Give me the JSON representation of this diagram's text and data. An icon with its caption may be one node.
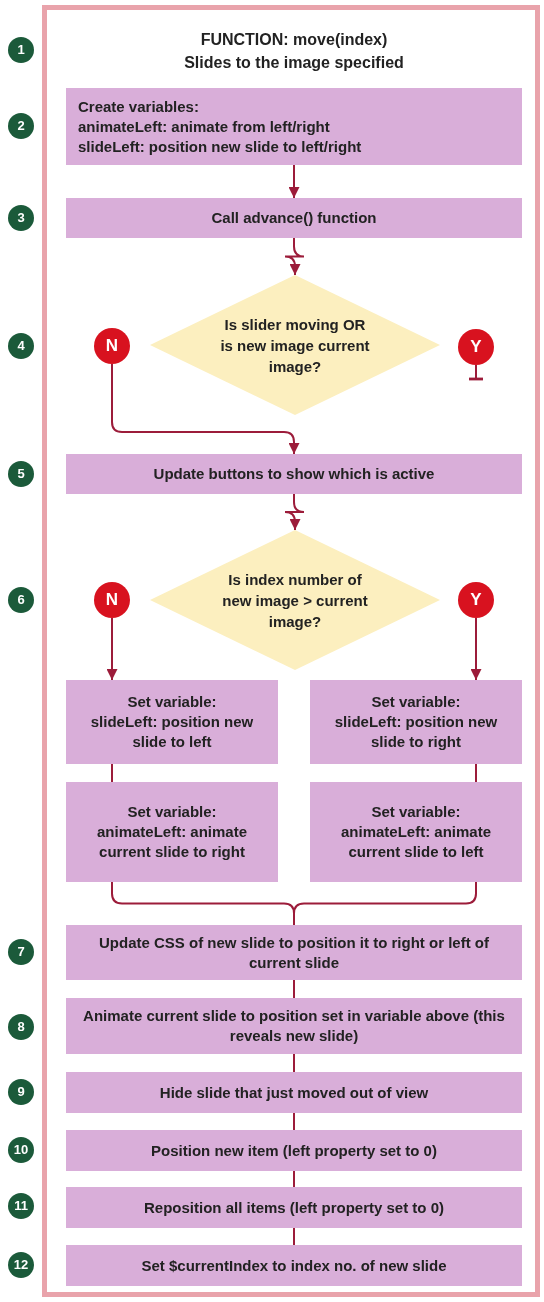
{
  "diagram": {
    "title": "**FUNCTION:** move(index)",
    "nodes": [
      {
        "text": [
          "Create variables:",
          "animateLeft: animate from left/right",
          "slideLeft: position new slide to left/right"
        ]
      },
      {
        "text": [
          "Call advance() function"
        ]
      },
      {
        "text": [
          "Is slider moving OR is new image current image?"
        ]
      },
      {
        "text": [
          "N"
        ]
      },
      {
        "text": [
          "Y"
        ]
      },
      {
        "text": [
          "Update buttons to show which is active"
        ]
      },
      {
        "text": [
          "Is index number of new image > current image?"
        ]
      },
      {
        "text": [
          "N"
        ]
      },
      {
        "text": [
          "Y"
        ]
      },
      {
        "text": [
          "Set variable:",
          "slideLeft: position new slide to left"
        ]
      },
      {
        "text": [
          "Set variable:",
          "slideLeft: position new slide to right"
        ]
      },
      {
        "text": [
          "Set variable:",
          "animateLeft: animate current slide to right"
        ]
      },
      {
        "text": [
          "Set variable:",
          "animateLeft: animate current slide to left"
        ]
      },
      {
        "text": [
          "Update CSS of new slide to position it to right or left of current slide"
        ]
      },
      {
        "text": [
          "Animate current slide to position set in variable above (this reveals new slide)"
        ]
      },
      {
        "text": [
          "Hide slide that just moved out of view"
        ]
      },
      {
        "text": [
          "Position new item (left property set to 0)"
        ]
      },
      {
        "text": [
          "Reposition all items (left property set to 0)"
        ]
      },
      {
        "text": [
          "Set $currentIndex to index no. of new slide"
        ]
      }
    ],
    "edges": [
      {
        "from": 0,
        "to": 1,
        "arrow": "to"
      },
      {
        "from": 1,
        "to": 2,
        "arrow": "to"
      },
      {
        "from": 3,
        "to": 5,
        "arrow": "to"
      },
      {
        "from": 4,
        "to": null,
        "arrow": "other"
      },
      {
        "from": 5,
        "to": 6,
        "arrow": "to"
      },
      {
        "from": 7,
        "to": 9,
        "arrow": "to"
      },
      {
        "from": 8,
        "to": 10,
        "arrow": "to"
      },
      {
        "from": 9,
        "to": 11,
        "arrow": "none"
      },
      {
        "from": 10,
        "to": 12,
        "arrow": "none"
      },
      {
        "from": 11,
        "to": 13,
        "arrow": "none"
      },
      {
        "from": 12,
        "to": 13,
        "arrow": "none"
      },
      {
        "from": 13,
        "to": 14,
        "arrow": "none"
      },
      {
        "from": 14,
        "to": 15,
        "arrow": "none"
      },
      {
        "from": 15,
        "to": 16,
        "arrow": "none"
      },
      {
        "from": 16,
        "to": 17,
        "arrow": "none"
      },
      {
        "from": 17,
        "to": 18,
        "arrow": "none"
      }
    ],
    "labels": [
      "Slides to the image specified",
      "1",
      "2",
      "3",
      "4",
      "5",
      "6",
      "7",
      "8",
      "9",
      "10",
      "11",
      "12"
    ]
  }
}
